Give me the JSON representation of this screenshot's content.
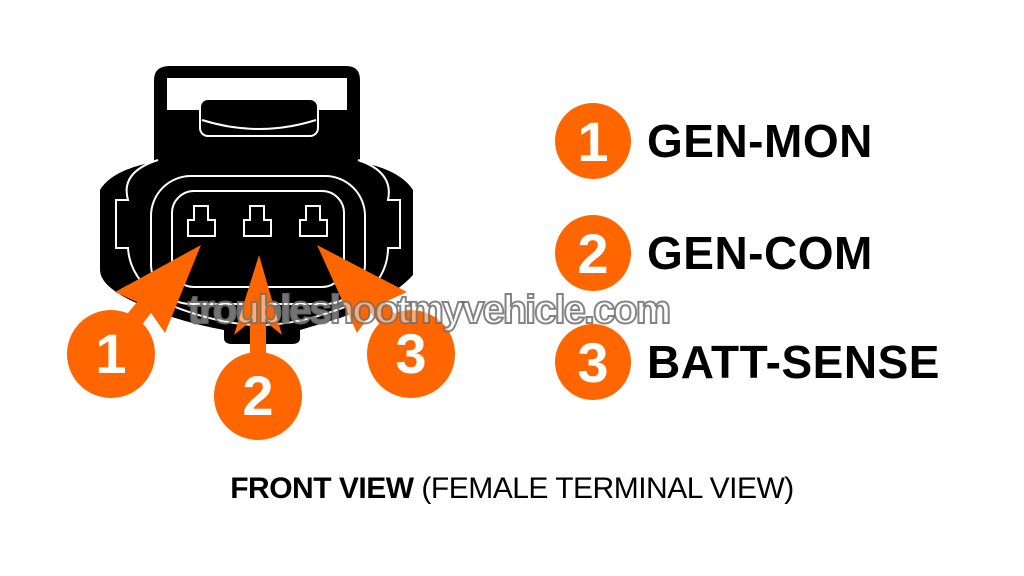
{
  "colors": {
    "accent": "#ff6600",
    "connector": "#000000",
    "outline": "#ffffff",
    "text": "#000000"
  },
  "connector": {
    "name": "3-pin female connector",
    "callouts": [
      {
        "number": "1"
      },
      {
        "number": "2"
      },
      {
        "number": "3"
      }
    ]
  },
  "legend": {
    "items": [
      {
        "number": "1",
        "label": "GEN-MON"
      },
      {
        "number": "2",
        "label": "GEN-COM"
      },
      {
        "number": "3",
        "label": "BATT-SENSE"
      }
    ]
  },
  "caption": {
    "bold": "FRONT VIEW",
    "normal": "(FEMALE TERMINAL VIEW)"
  },
  "watermark": "troubleshootmyvehicle.com"
}
